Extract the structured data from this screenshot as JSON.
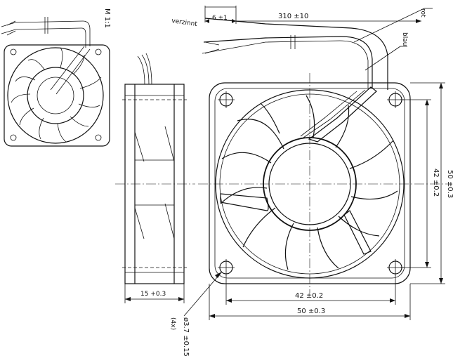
{
  "labels": {
    "scale": "M 1:1",
    "tin_plated": "verzinnt",
    "strip_length": "6 ±1",
    "lead_length": "310 ±10",
    "red_wire": "rot",
    "blue_wire": "blau",
    "hole_pitch_vertical": "42 ±0.2",
    "height": "50 ±0.3",
    "hole_pitch_horizontal": "42 ±0.2",
    "width": "50 ±0.3",
    "depth": "15 +0.3",
    "hole_diameter": "ø3.7 ±0.15",
    "hole_count": "(4x)"
  }
}
